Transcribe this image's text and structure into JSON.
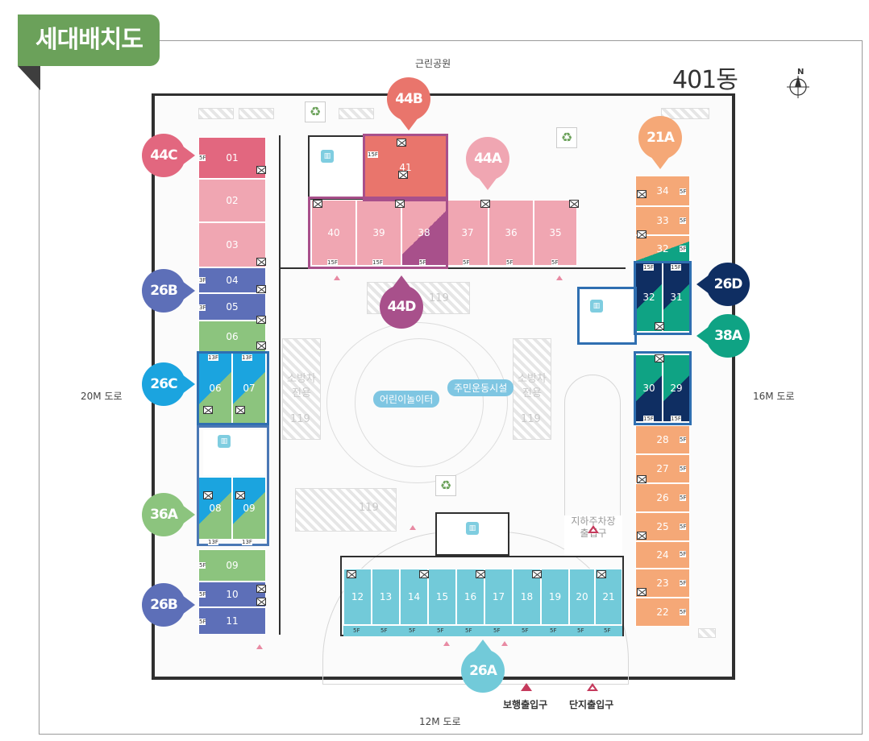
{
  "title": "세대배치도",
  "building": "401동",
  "roads": {
    "north": "근린공원",
    "west": "20M 도로",
    "east": "16M 도로",
    "south": "12M 도로"
  },
  "facilities": {
    "playground": "어린이놀이터",
    "community": "주민운동시설",
    "fire_lane": "소방차\n전용",
    "fire_num": "119",
    "parking_entry": "지하주차장\n출입구"
  },
  "legend": {
    "pedestrian": "보행출입구",
    "complex": "단지출입구"
  },
  "colors": {
    "44C": "#e2677f",
    "44B": "#e9756c",
    "44A": "#f0a6b2",
    "44D": "#a8508b",
    "21A": "#f5a877",
    "26B": "#5d6fb8",
    "26C": "#1ba4df",
    "36A": "#8cc47e",
    "26D": "#0f2e62",
    "38A": "#0fa384",
    "26A": "#72cad9"
  },
  "tags": [
    "44C",
    "44B",
    "44A",
    "44D",
    "21A",
    "26B",
    "26C",
    "36A",
    "26D",
    "38A",
    "26B",
    "26A"
  ],
  "units": {
    "west": [
      "01",
      "02",
      "03",
      "04",
      "05",
      "06",
      "06",
      "07",
      "08",
      "09",
      "09",
      "10",
      "11"
    ],
    "north": [
      "41",
      "40",
      "39",
      "38",
      "37",
      "36",
      "35"
    ],
    "east": [
      "34",
      "33",
      "32",
      "32",
      "31",
      "30",
      "29",
      "28",
      "27",
      "26",
      "25",
      "24",
      "23",
      "22"
    ],
    "south": [
      "12",
      "13",
      "14",
      "15",
      "16",
      "17",
      "18",
      "19",
      "20",
      "21"
    ]
  },
  "floors": {
    "f5": "5F",
    "f3": "3F",
    "f13": "13F",
    "f15": "15F"
  }
}
